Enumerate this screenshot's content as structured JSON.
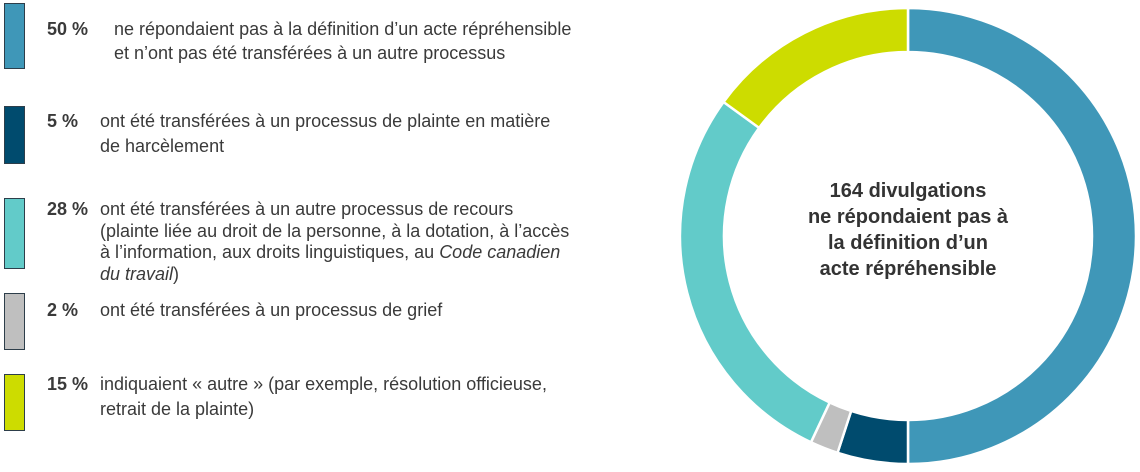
{
  "chart_data": {
    "type": "pie",
    "variant": "donut",
    "center_label": [
      "164 divulgations",
      "ne répondaient pas à",
      "la définition d’un",
      "acte répréhensible"
    ],
    "series": [
      {
        "percent_label": "50 %",
        "value": 50,
        "color": "#3f97b8",
        "lines": [
          "ne répondaient pas à la définition d’un acte répréhensible",
          "et n’ont pas été transférées à un autre processus"
        ]
      },
      {
        "percent_label": "5 %",
        "value": 5,
        "color": "#004b6e",
        "lines": [
          "ont été transférées à un processus de plainte en matière",
          "de harcèlement"
        ]
      },
      {
        "percent_label": "2 %",
        "value": 2,
        "color": "#bfbfbf",
        "lines": [
          "ont été transférées à un processus de grief"
        ]
      },
      {
        "percent_label": "28 %",
        "value": 28,
        "color": "#62cbc9",
        "lines": [
          "ont été transférées à un autre processus de recours",
          "(plainte liée au droit de la personne, à la dotation, à l’accès",
          "à l’information, aux droits linguistiques, au ",
          "du travail"
        ],
        "italic_parts": [
          "Code canadien",
          "du travail"
        ],
        "line3_italic": "Code canadien",
        "line4_tail": ")"
      },
      {
        "percent_label": "15 %",
        "value": 15,
        "color": "#cddc00",
        "lines": [
          "indiquaient « autre » (par exemple, résolution officieuse,",
          "retrait de la plainte)"
        ]
      }
    ]
  }
}
